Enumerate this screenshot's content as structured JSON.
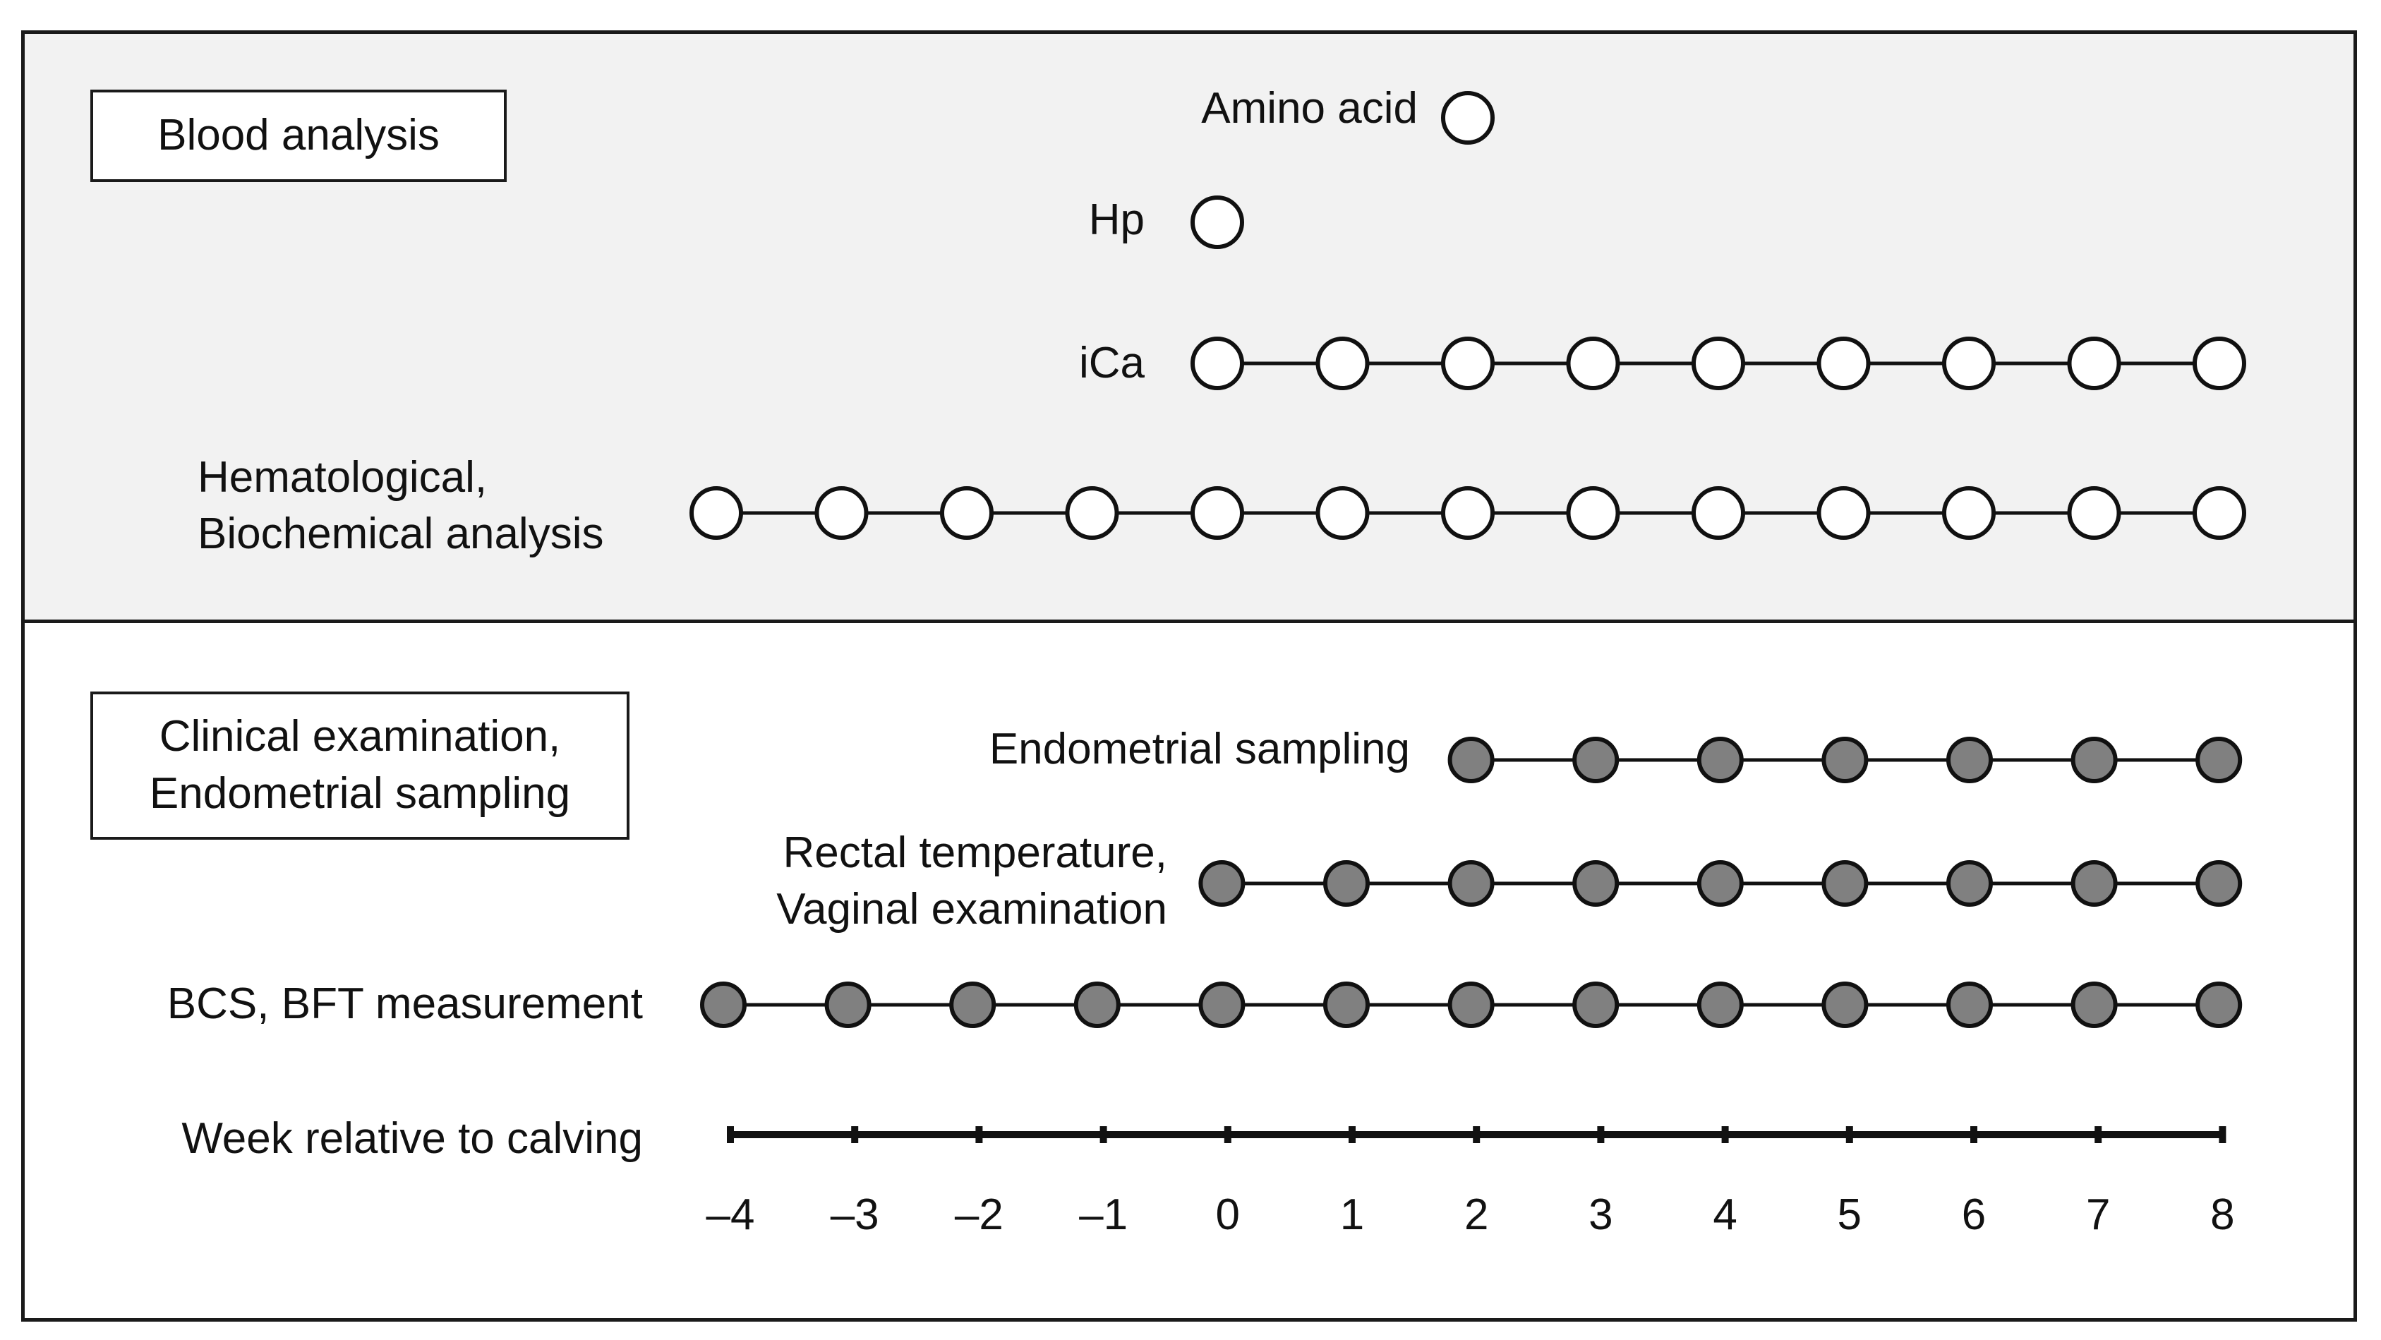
{
  "blood": {
    "title": "Blood analysis",
    "rows": {
      "amino_acid": {
        "label": "Amino acid",
        "weeks": [
          2
        ]
      },
      "hp": {
        "label": "Hp",
        "weeks": [
          0
        ]
      },
      "ica": {
        "label": "iCa",
        "weeks": [
          0,
          1,
          2,
          3,
          4,
          5,
          6,
          7,
          8
        ]
      },
      "hematological": {
        "label": "Hematological,\nBiochemical analysis",
        "weeks": [
          -4,
          -3,
          -2,
          -1,
          0,
          1,
          2,
          3,
          4,
          5,
          6,
          7,
          8
        ]
      }
    }
  },
  "clinical": {
    "title": "Clinical examination,\nEndometrial sampling",
    "rows": {
      "endometrial": {
        "label": "Endometrial sampling",
        "weeks": [
          2,
          3,
          4,
          5,
          6,
          7,
          8
        ]
      },
      "rectal": {
        "label": "Rectal temperature,\nVaginal examination",
        "weeks": [
          0,
          1,
          2,
          3,
          4,
          5,
          6,
          7,
          8
        ]
      },
      "bcs": {
        "label": "BCS, BFT measurement",
        "weeks": [
          -4,
          -3,
          -2,
          -1,
          0,
          1,
          2,
          3,
          4,
          5,
          6,
          7,
          8
        ]
      }
    }
  },
  "axis": {
    "label": "Week relative to calving",
    "ticks": [
      "–4",
      "–3",
      "–2",
      "–1",
      "0",
      "1",
      "2",
      "3",
      "4",
      "5",
      "6",
      "7",
      "8"
    ]
  },
  "colors": {
    "open_fill": "#ffffff",
    "filled_fill": "#808080",
    "stroke": "#111111",
    "panel_bg": "#f2f2f2"
  }
}
